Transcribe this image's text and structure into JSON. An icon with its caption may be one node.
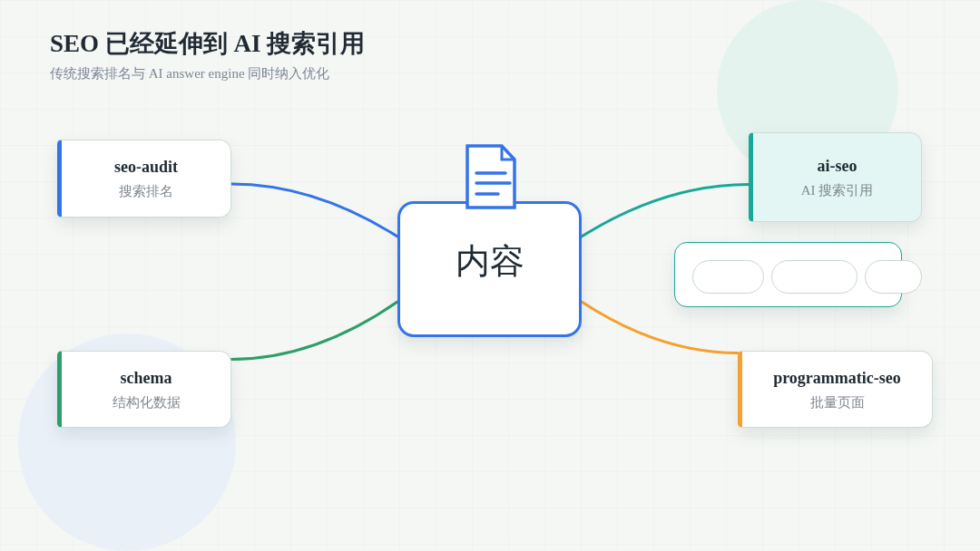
{
  "diagram": {
    "title": "SEO 已经延伸到 AI 搜索引用",
    "nodes": [
      {
        "text": [
          "seo-audit",
          "搜索排名"
        ]
      },
      {
        "text": [
          "内容"
        ]
      },
      {
        "text": [
          "ai-seo",
          "AI 搜索引用"
        ]
      },
      {
        "text": [],
        "shape": "box"
      },
      {
        "text": [],
        "shape": "pill",
        "in": 3
      },
      {
        "text": [],
        "shape": "pill",
        "in": 3
      },
      {
        "text": [],
        "shape": "pill"
      },
      {
        "text": [
          "schema",
          "结构化数据"
        ]
      },
      {
        "text": [
          "programmatic-seo",
          "批量页面"
        ]
      }
    ],
    "edges": [
      {
        "from": 1,
        "to": 0,
        "arrow": "none",
        "color": "#3574e8"
      },
      {
        "from": 1,
        "to": 2,
        "arrow": "none",
        "color": "#18a898"
      },
      {
        "from": 1,
        "to": 7,
        "arrow": "none",
        "color": "#2f9e68"
      },
      {
        "from": 1,
        "to": 8,
        "arrow": "none",
        "color": "#f5a030"
      }
    ],
    "labels": [
      "传统搜索排名与 AI answer engine 同时纳入优化"
    ]
  }
}
